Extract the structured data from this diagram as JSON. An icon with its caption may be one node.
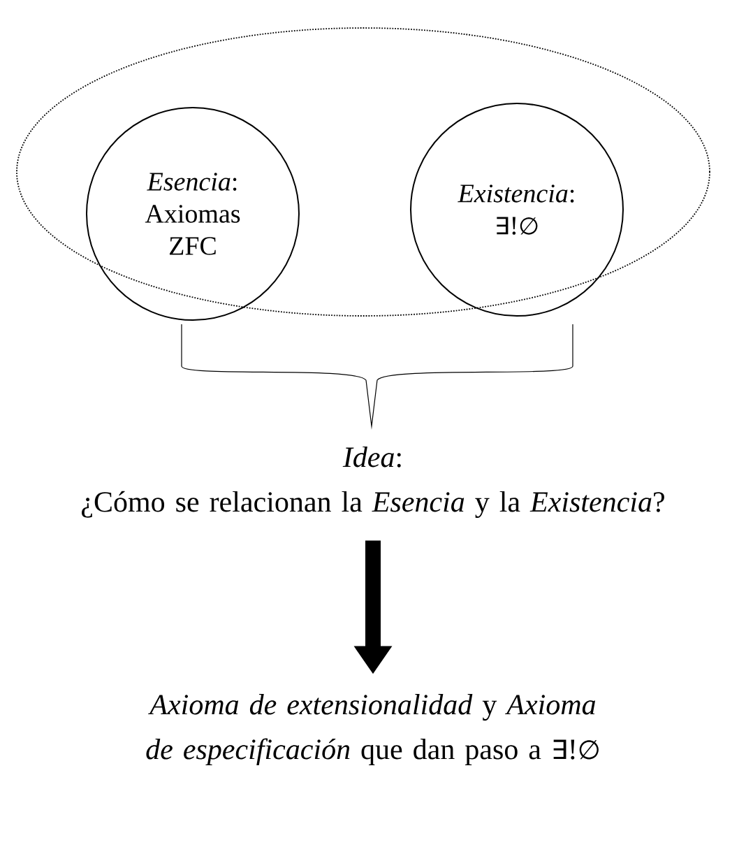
{
  "diagram": {
    "nodes": [
      {
        "text": [],
        "shape": "ellipse"
      },
      {
        "text": [
          "*Esencia*: Axiomas ZFC"
        ],
        "in": 0
      },
      {
        "text": [
          "*Existencia*: ∃!∅"
        ],
        "in": 0
      },
      {
        "text": [
          "*Idea*:",
          "¿Cómo se relacionan la *Esencia* y la *Existencia*?"
        ]
      },
      {
        "text": [
          "*Axioma de extensionalidad* y *Axioma de especificación* que dan paso a ∃!∅"
        ]
      }
    ],
    "edges": [
      {
        "from": 3,
        "to": 4,
        "arrow": "to"
      }
    ]
  }
}
